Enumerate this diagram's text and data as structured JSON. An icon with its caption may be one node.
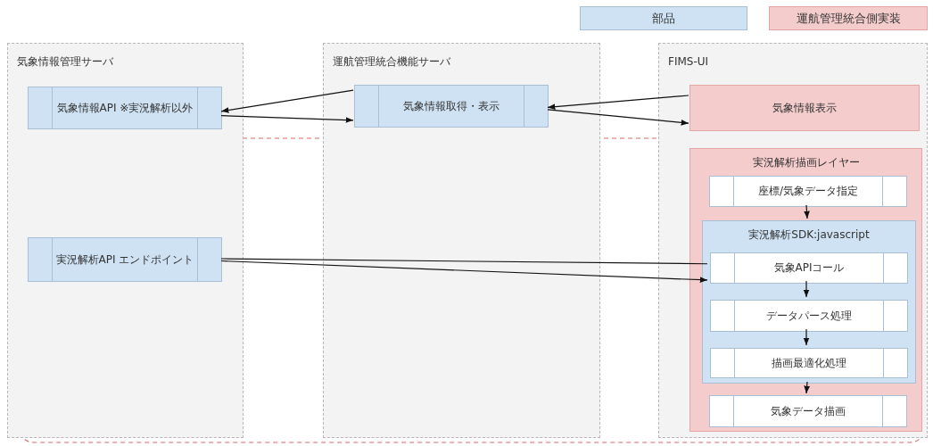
{
  "diagram": {
    "nodes": [
      {
        "text": [
          "気象情報管理サーバ"
        ]
      },
      {
        "text": [
          "気象情報API ※実況解析以外"
        ],
        "in": 0
      },
      {
        "text": [
          "実況解析API エンドポイント"
        ],
        "in": 0
      },
      {
        "text": [
          "運航管理統合機能サーバ"
        ]
      },
      {
        "text": [
          "気象情報取得・表示"
        ],
        "in": 3
      },
      {
        "text": [
          "FIMS-UI"
        ]
      },
      {
        "text": [
          "気象情報表示"
        ],
        "in": 5
      },
      {
        "text": [
          "実況解析描画レイヤー"
        ],
        "in": 5
      },
      {
        "text": [
          "座標/気象データ指定"
        ],
        "in": 7
      },
      {
        "text": [
          "実況解析SDK:javascript"
        ],
        "in": 7
      },
      {
        "text": [
          "気象APIコール"
        ],
        "in": 9
      },
      {
        "text": [
          "データパース処理"
        ],
        "in": 9
      },
      {
        "text": [
          "描画最適化処理"
        ],
        "in": 9
      },
      {
        "text": [
          "気象データ描画"
        ],
        "in": 7
      }
    ],
    "edges": [
      {
        "from": 4,
        "to": 1,
        "arrow": "to"
      },
      {
        "from": 1,
        "to": 4,
        "arrow": "to"
      },
      {
        "from": 6,
        "to": 4,
        "arrow": "to"
      },
      {
        "from": 4,
        "to": 6,
        "arrow": "to"
      },
      {
        "from": 2,
        "to": 10,
        "arrow": "none"
      },
      {
        "from": 2,
        "to": 10,
        "arrow": "to"
      },
      {
        "from": 8,
        "to": 9,
        "arrow": "to"
      },
      {
        "from": 10,
        "to": 11,
        "arrow": "to"
      },
      {
        "from": 11,
        "to": 12,
        "arrow": "to"
      },
      {
        "from": 9,
        "to": 13,
        "arrow": "to"
      }
    ],
    "legend": [
      {
        "text": "部品",
        "color": "#cfe2f3"
      },
      {
        "text": "運航管理統合側実装",
        "color": "#f4cccc"
      }
    ]
  }
}
